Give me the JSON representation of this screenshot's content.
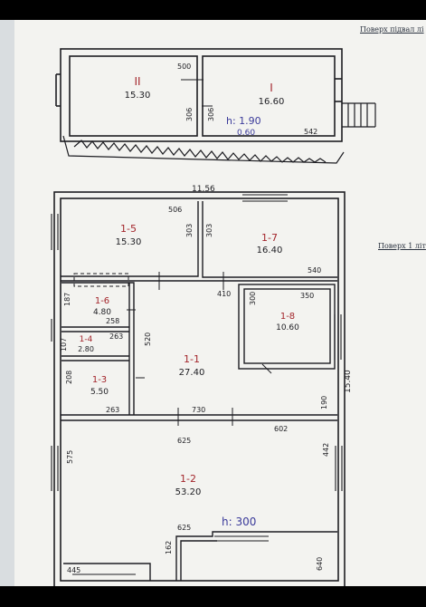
{
  "headers": {
    "basement": "Поверх підвал лі",
    "first_floor": "Поверх 1 літ"
  },
  "basement": {
    "rooms": [
      {
        "id": "II",
        "area": "15.30"
      },
      {
        "id": "I",
        "area": "16.60"
      }
    ],
    "height": {
      "label": "h: 1.90",
      "sub": "0.60"
    },
    "dims": [
      "500",
      "306",
      "306",
      "542"
    ]
  },
  "floor1": {
    "height": "h: 300",
    "overall_width": "11.56",
    "overall_depth": "15.40",
    "rooms": [
      {
        "id": "1-5",
        "area": "15.30"
      },
      {
        "id": "1-7",
        "area": "16.40"
      },
      {
        "id": "1-6",
        "area": "4.80"
      },
      {
        "id": "1-4",
        "area": "2.80"
      },
      {
        "id": "1-3",
        "area": "5.50"
      },
      {
        "id": "1-1",
        "area": "27.40"
      },
      {
        "id": "1-8",
        "area": "10.60"
      },
      {
        "id": "1-2",
        "area": "53.20"
      }
    ],
    "dims": [
      "506",
      "303",
      "303",
      "540",
      "410",
      "300",
      "350",
      "187",
      "258",
      "520",
      "107",
      "263",
      "208",
      "263",
      "190",
      "730",
      "625",
      "602",
      "575",
      "442",
      "625",
      "162",
      "640",
      "445"
    ]
  }
}
